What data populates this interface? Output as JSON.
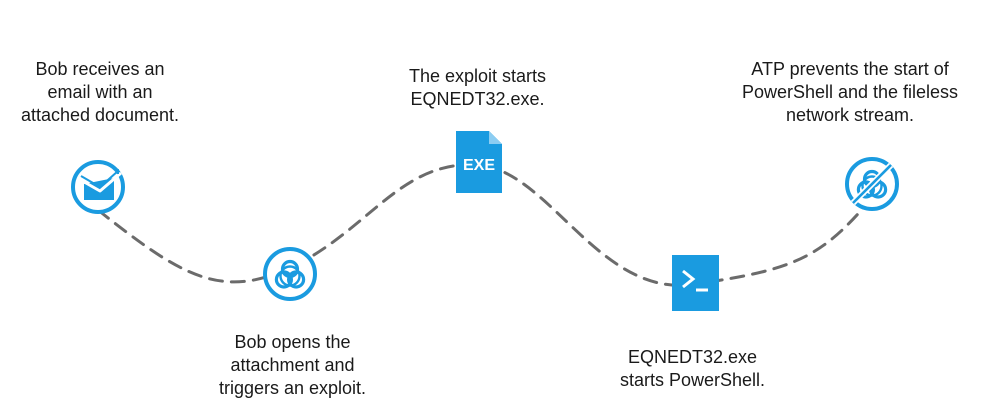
{
  "steps": [
    {
      "id": "email",
      "lines": [
        "Bob receives an",
        "email with an",
        "attached document."
      ],
      "icon": "envelope-icon"
    },
    {
      "id": "open",
      "lines": [
        "Bob opens the",
        "attachment and",
        "triggers an exploit."
      ],
      "icon": "biohazard-icon"
    },
    {
      "id": "exe",
      "lines": [
        "The exploit starts",
        "EQNEDT32.exe."
      ],
      "icon": "exe-file-icon",
      "icon_text": "EXE"
    },
    {
      "id": "ps",
      "lines": [
        "EQNEDT32.exe",
        "starts PowerShell."
      ],
      "icon": "terminal-icon"
    },
    {
      "id": "atp",
      "lines": [
        "ATP prevents the start of",
        "PowerShell and the fileless",
        "network stream."
      ],
      "icon": "blocked-biohazard-icon"
    }
  ],
  "colors": {
    "accent": "#1a9be0",
    "path": "#6b6b6b",
    "text": "#1a1a1a"
  }
}
